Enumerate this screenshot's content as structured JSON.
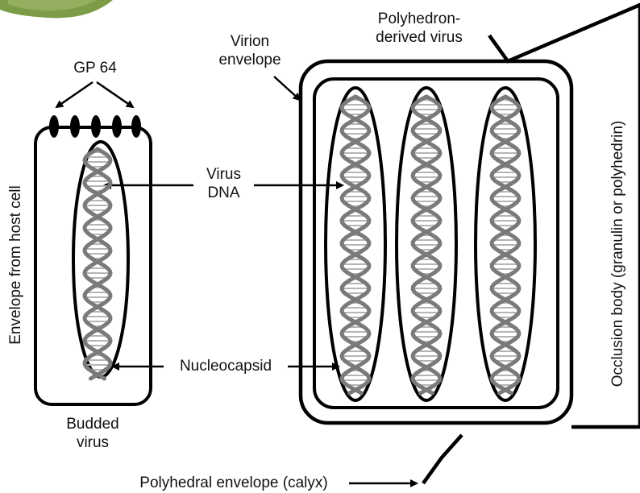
{
  "labels": {
    "gp64": "GP 64",
    "virion_envelope_1": "Virion",
    "virion_envelope_2": "envelope",
    "polyhedron_1": "Polyhedron-",
    "polyhedron_2": "derived virus",
    "virus_dna_1": "Virus",
    "virus_dna_2": "DNA",
    "nucleocapsid": "Nucleocapsid",
    "budded_1": "Budded",
    "budded_2": "virus",
    "envelope_host": "Envelope from host cell",
    "occlusion_body": "Occlusion body (granulin or polyhedrin)",
    "polyhedral_envelope": "Polyhedral envelope (calyx)"
  },
  "colors": {
    "stroke": "#000000",
    "dna_strand": "#7a7a7a",
    "dna_rung": "#b5b5b5",
    "leaf": "#6b8f3a"
  }
}
